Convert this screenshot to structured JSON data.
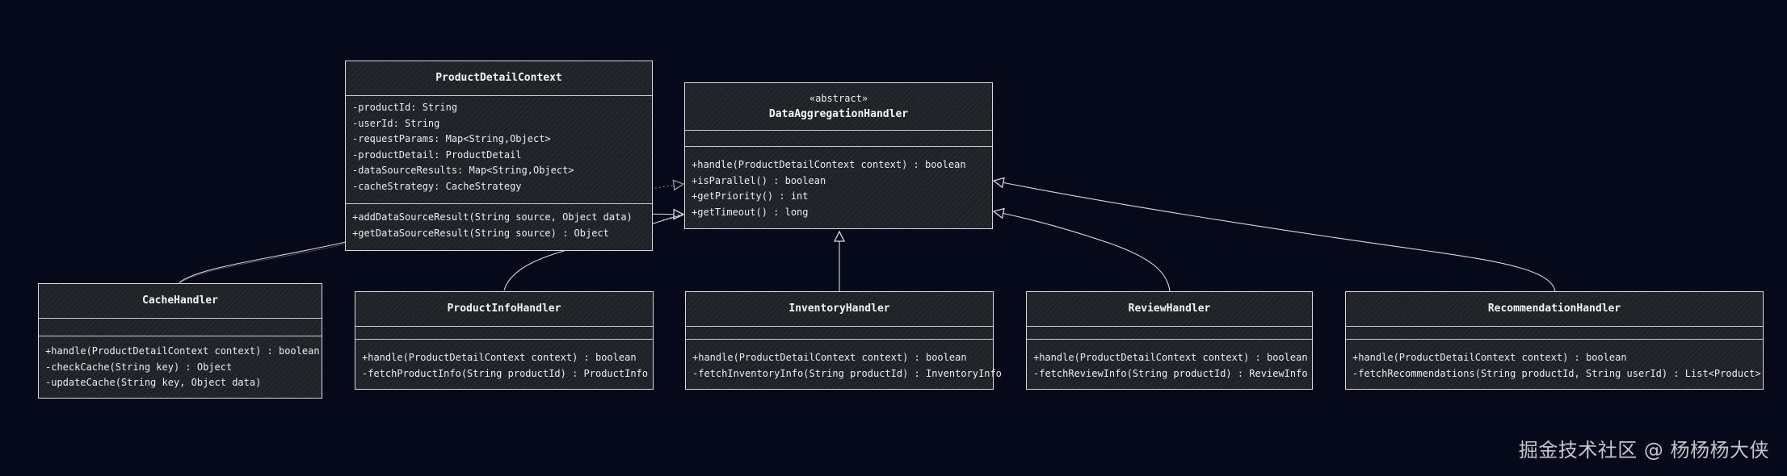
{
  "diagram": {
    "classes": {
      "context": {
        "name": "ProductDetailContext",
        "attributes": [
          "-productId: String",
          "-userId: String",
          "-requestParams: Map<String,Object>",
          "-productDetail: ProductDetail",
          "-dataSourceResults: Map<String,Object>",
          "-cacheStrategy: CacheStrategy"
        ],
        "methods": [
          "+addDataSourceResult(String source, Object data)",
          "+getDataSourceResult(String source) : Object"
        ]
      },
      "base": {
        "stereotype": "«abstract»",
        "name": "DataAggregationHandler",
        "methods": [
          "+handle(ProductDetailContext context) : boolean",
          "+isParallel() : boolean",
          "+getPriority() : int",
          "+getTimeout() : long"
        ]
      },
      "cache": {
        "name": "CacheHandler",
        "methods": [
          "+handle(ProductDetailContext context) : boolean",
          "-checkCache(String key) : Object",
          "-updateCache(String key, Object data)"
        ]
      },
      "productInfo": {
        "name": "ProductInfoHandler",
        "methods": [
          "+handle(ProductDetailContext context) : boolean",
          "-fetchProductInfo(String productId) : ProductInfo"
        ]
      },
      "inventory": {
        "name": "InventoryHandler",
        "methods": [
          "+handle(ProductDetailContext context) : boolean",
          "-fetchInventoryInfo(String productId) : InventoryInfo"
        ]
      },
      "review": {
        "name": "ReviewHandler",
        "methods": [
          "+handle(ProductDetailContext context) : boolean",
          "-fetchReviewInfo(String productId) : ReviewInfo"
        ]
      },
      "recommendation": {
        "name": "RecommendationHandler",
        "methods": [
          "+handle(ProductDetailContext context) : boolean",
          "-fetchRecommendations(String productId, String userId) : List<Product>"
        ]
      }
    },
    "relations": [
      {
        "from": "cache",
        "to": "base",
        "kind": "inheritance"
      },
      {
        "from": "productInfo",
        "to": "base",
        "kind": "inheritance"
      },
      {
        "from": "inventory",
        "to": "base",
        "kind": "inheritance"
      },
      {
        "from": "review",
        "to": "base",
        "kind": "inheritance"
      },
      {
        "from": "recommendation",
        "to": "base",
        "kind": "inheritance"
      }
    ]
  },
  "watermark": "掘金技术社区 @ 杨杨杨大侠",
  "colors": {
    "background": "#05091a",
    "box_fill": "#1f2226",
    "stroke": "#d7dbe0",
    "text": "#e9edf2"
  }
}
